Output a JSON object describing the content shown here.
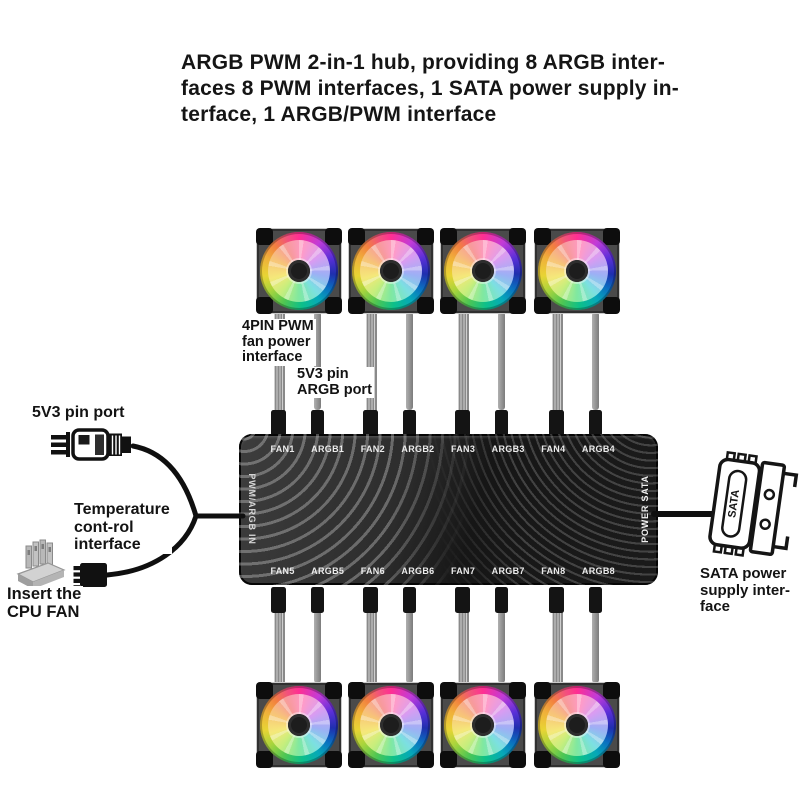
{
  "title": {
    "lines": [
      "ARGB PWM 2-in-1 hub, providing 8 ARGB inter-",
      "faces 8 PWM interfaces, 1 SATA power supply in-",
      "terface, 1 ARGB/PWM interface"
    ]
  },
  "hub": {
    "top_ports": [
      "FAN1",
      "ARGB1",
      "FAN2",
      "ARGB2",
      "FAN3",
      "ARGB3",
      "FAN4",
      "ARGB4"
    ],
    "bottom_ports": [
      "FAN5",
      "ARGB5",
      "FAN6",
      "ARGB6",
      "FAN7",
      "ARGB7",
      "FAN8",
      "ARGB8"
    ],
    "left_port_label": "PWM/ARGB IN",
    "right_port_label": "POWER SATA"
  },
  "callouts": {
    "pwm_fan_power": {
      "lines": [
        "4PIN PWM",
        "fan power",
        "interface"
      ]
    },
    "argb_port": {
      "lines": [
        "5V3 pin",
        "ARGB port"
      ]
    },
    "pin_port": "5V3 pin port",
    "temperature": {
      "lines": [
        "Temperature",
        "cont-rol",
        "interface"
      ]
    },
    "cpu_fan": {
      "lines": [
        "Insert the",
        "CPU FAN"
      ]
    },
    "sata_power": {
      "lines": [
        "SATA power",
        "supply inter-",
        "face"
      ]
    }
  },
  "sata_icon_label": "SATA",
  "icons": {
    "pin_port": "3pin-plug-icon",
    "temperature": "temp-probe-connector-icon",
    "cpu_fan": "cpu-fan-header-icon",
    "sata": "sata-connector-icon",
    "fan": "rgb-fan"
  },
  "colors": {
    "background": "#ffffff",
    "hub_body": "#1b1b1b",
    "hub_arc": "#8f8f8f",
    "cable": "#8a8a8a",
    "connector": "#141414",
    "text": "#131313",
    "port_text": "#ececec",
    "ring_pink": "#ff2f92",
    "ring_blue": "#1f2fae",
    "ring_teal": "#06a8b8",
    "ring_green": "#0cc08a",
    "ring_yellow": "#e8d434",
    "ring_orange": "#f0b03a"
  }
}
